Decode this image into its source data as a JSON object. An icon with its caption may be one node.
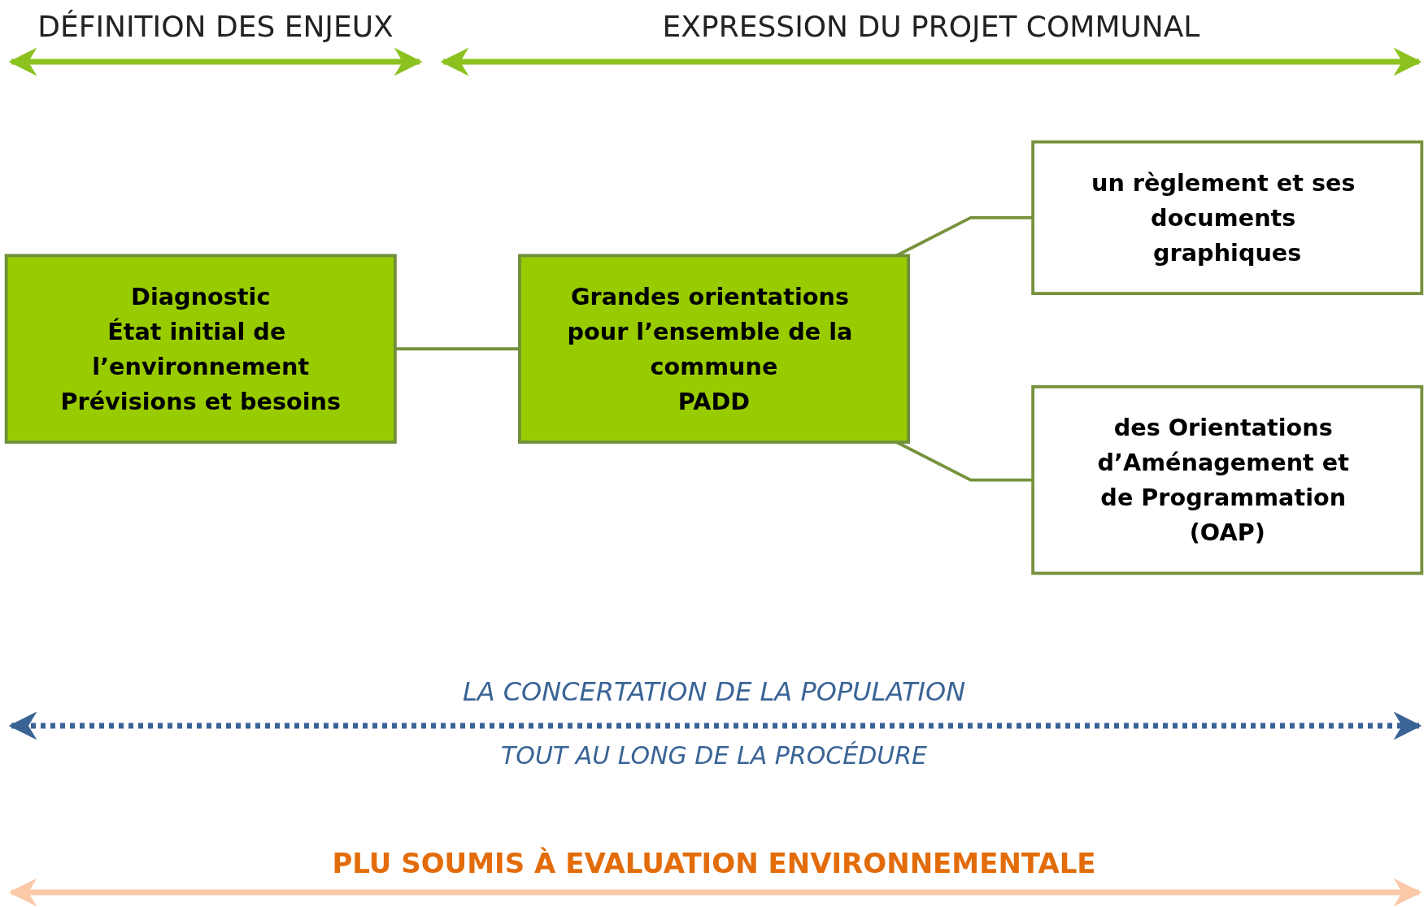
{
  "diagram": {
    "nodes": [
      {
        "text": [
          "Diagnostic",
          "État initial de l’environnement",
          "Prévisions et besoins"
        ]
      },
      {
        "text": [
          "Grandes orientations pour l’ensemble de la commune",
          "PADD"
        ]
      },
      {
        "text": [
          "un règlement et ses documents graphiques"
        ]
      },
      {
        "text": [
          "des Orientations d’Aménagement et de Programmation (OAP)"
        ]
      }
    ],
    "edges": [
      {
        "from": 0,
        "to": 1,
        "arrow": "none"
      },
      {
        "from": 1,
        "to": 2,
        "arrow": "none"
      },
      {
        "from": 1,
        "to": 3,
        "arrow": "none"
      }
    ],
    "labels": [
      "DÉFINITION DES ENJEUX",
      "EXPRESSION DU PROJET COMMUNAL",
      "LA CONCERTATION DE LA POPULATION",
      "TOUT AU LONG DE LA PROCÉDURE",
      "PLU SOUMIS À EVALUATION ENVIRONNEMENTALE"
    ]
  }
}
